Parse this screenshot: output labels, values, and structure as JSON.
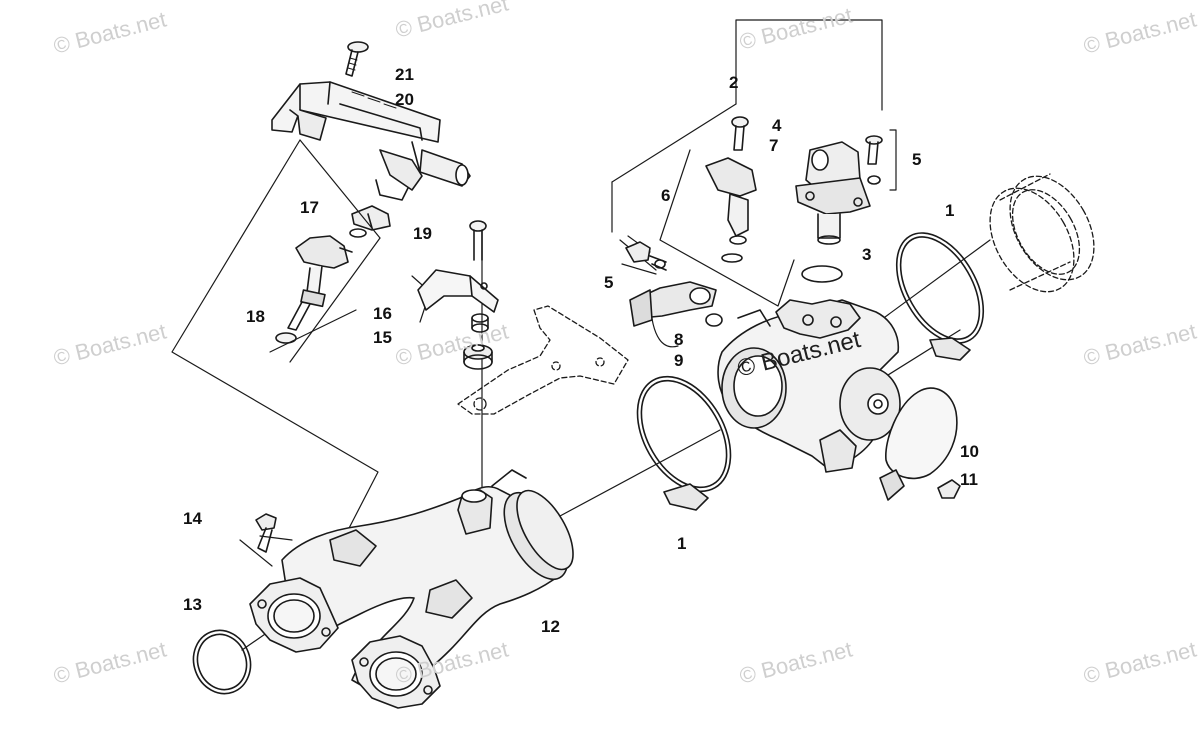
{
  "watermark": "© Boats.net",
  "callouts": {
    "c21": "21",
    "c20": "20",
    "c17": "17",
    "c19": "19",
    "c18": "18",
    "c16": "16",
    "c15": "15",
    "c14": "14",
    "c13": "13",
    "c12": "12",
    "c2": "2",
    "c4": "4",
    "c7": "7",
    "c5a": "5",
    "c6": "6",
    "c3": "3",
    "c1a": "1",
    "c5b": "5",
    "c8": "8",
    "c9": "9",
    "c10": "10",
    "c11": "11",
    "c1b": "1"
  }
}
